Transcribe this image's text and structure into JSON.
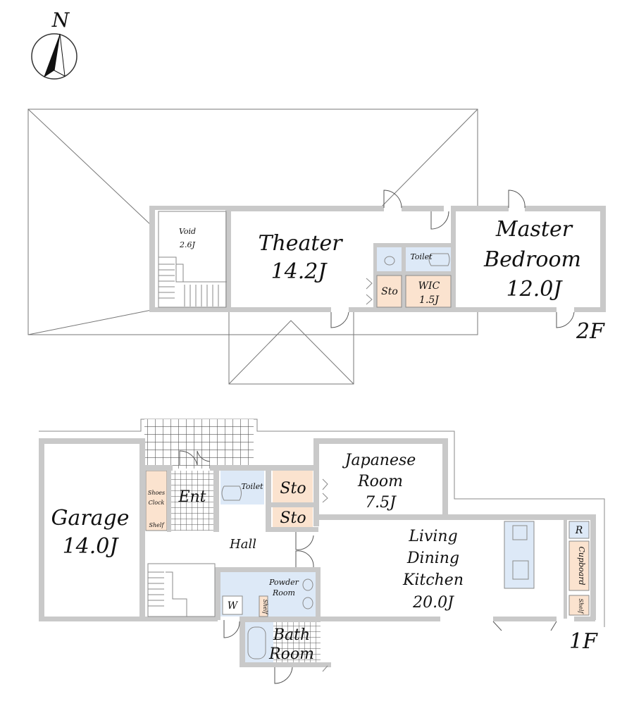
{
  "compass": {
    "label": "N"
  },
  "floors": {
    "second": {
      "label": "2F",
      "rooms": {
        "void": {
          "name": "Void",
          "size": "2.6J"
        },
        "theater": {
          "name": "Theater",
          "size": "14.2J"
        },
        "master_bedroom": {
          "name1": "Master",
          "name2": "Bedroom",
          "size": "12.0J"
        },
        "toilet": {
          "name": "Toilet"
        },
        "storage": {
          "name": "Sto"
        },
        "wic": {
          "name": "WIC",
          "size": "1.5J"
        }
      }
    },
    "first": {
      "label": "1F",
      "rooms": {
        "garage": {
          "name": "Garage",
          "size": "14.0J"
        },
        "shoes_clock": {
          "name1": "Shoes",
          "name2": "Clock",
          "shelf": "Shelf"
        },
        "entrance": {
          "name": "Ent"
        },
        "toilet": {
          "name": "Toilet"
        },
        "storage_upper": {
          "name": "Sto"
        },
        "storage_lower": {
          "name": "Sto"
        },
        "japanese_room": {
          "name1": "Japanese",
          "name2": "Room",
          "size": "7.5J"
        },
        "hall": {
          "name": "Hall"
        },
        "ldk": {
          "name1": "Living",
          "name2": "Dining",
          "name3": "Kitchen",
          "size": "20.0J"
        },
        "refrigerator": {
          "name": "R"
        },
        "cupboard": {
          "name": "Cupboard"
        },
        "ldk_shelf": {
          "name": "Shelf"
        },
        "powder_room": {
          "name1": "Powder",
          "name2": "Room"
        },
        "washer": {
          "name": "W"
        },
        "powder_shelf": {
          "name": "Shelf"
        },
        "bath_room": {
          "name1": "Bath",
          "name2": "Room"
        }
      }
    }
  },
  "colors": {
    "wall": "#c9c9c9",
    "storage": "#fbe3cf",
    "wet_area": "#dde9f7",
    "tile_grid": "#555555"
  }
}
